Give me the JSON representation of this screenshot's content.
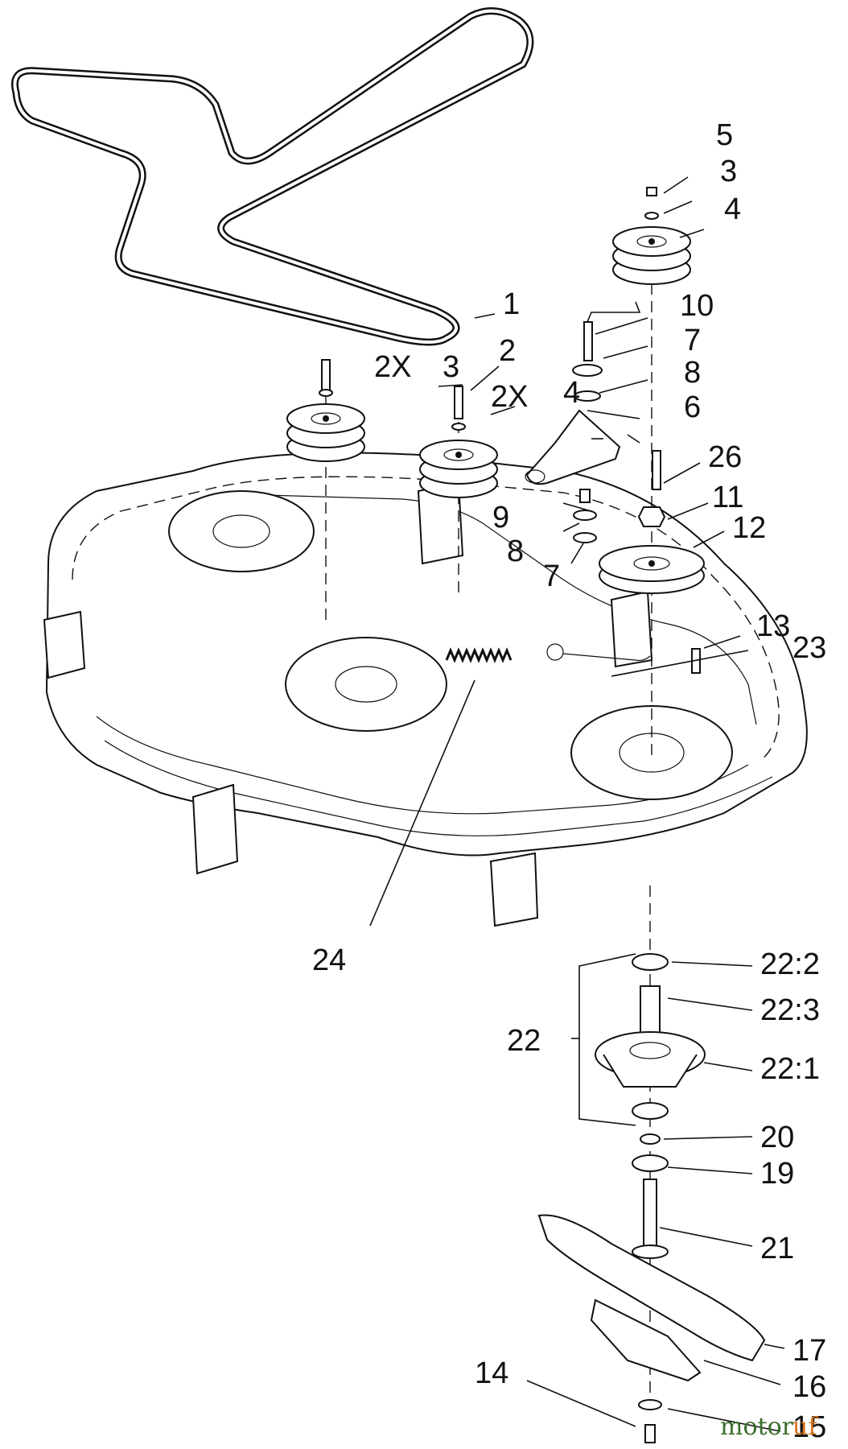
{
  "callouts": {
    "belt": "1",
    "bolt_2": "2",
    "qty_2x_a": "2X",
    "washer_3_upper": "3",
    "qty_2x_b": "2X",
    "washer_3_top": "3",
    "pulley_4_top": "4",
    "pulley_4_mid": "4",
    "nut_5": "5",
    "idler_arm_6": "6",
    "washer_7_upper": "7",
    "washer_7_lower": "7",
    "washer_8_upper": "8",
    "washer_8_lower": "8",
    "bushing_9": "9",
    "bolt_10": "10",
    "nut_11": "11",
    "pulley_12": "12",
    "bolt_13": "13",
    "bolt_14": "14",
    "washer_15": "15",
    "anti_scalp_16": "16",
    "blade_17": "17",
    "washer_19": "19",
    "washer_20": "20",
    "spindle_shaft_21": "21",
    "spindle_assembly_22": "22",
    "housing_22_1": "22:1",
    "bearing_22_2": "22:2",
    "spacer_22_3": "22:3",
    "spring_rod_23": "23",
    "spring_24": "24",
    "bolt_26": "26"
  },
  "watermark": {
    "part_a": "motor",
    "part_b": "uf"
  }
}
